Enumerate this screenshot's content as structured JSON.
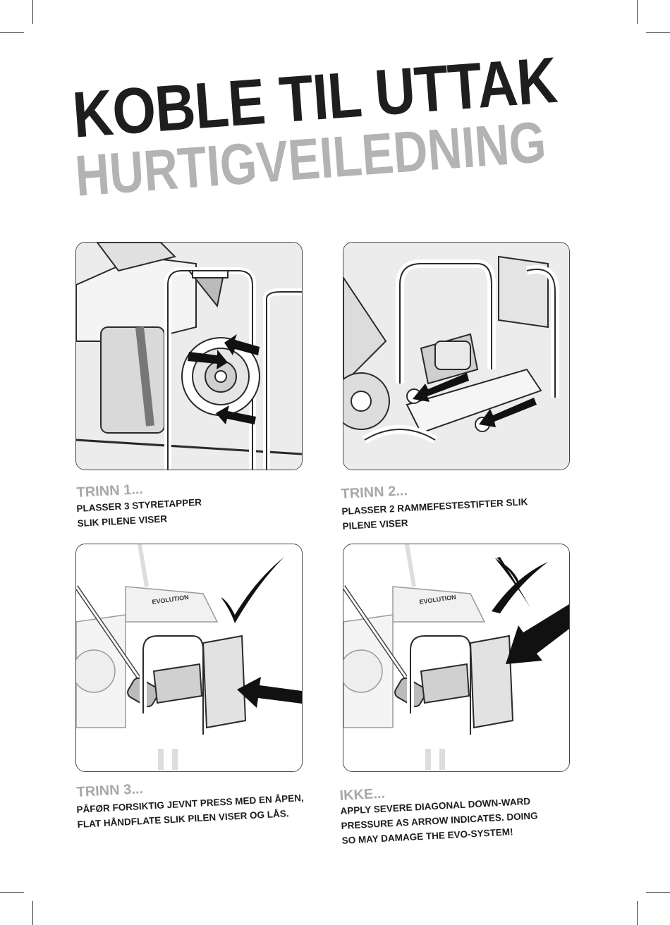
{
  "title": {
    "main": "KOBLE TIL UTTAK",
    "sub": "HURTIGVEILEDNING"
  },
  "steps": [
    {
      "label": "TRINN 1...",
      "text": "PLASSER 3 STYRETAPPER\nSLIK PILENE VISER"
    },
    {
      "label": "TRINN 2...",
      "text": "PLASSER 2 RAMMEFESTESTIFTER SLIK\nPILENE VISER"
    },
    {
      "label": "TRINN 3...",
      "text": "PÅFØR FORSIKTIG JEVNT PRESS MED EN ÅPEN,\nFLAT HÅNDFLATE SLIK PILEN VISER OG LÅS."
    },
    {
      "label": "IKKE...",
      "text": "APPLY SEVERE DIAGONAL DOWN-WARD\nPRESSURE AS ARROW INDICATES. DOING\nSO MAY DAMAGE THE EVO-SYSTEM!"
    }
  ],
  "brand": "EVOLUTION",
  "icons": {
    "correct": "checkmark-icon",
    "wrong": "cross-icon"
  }
}
